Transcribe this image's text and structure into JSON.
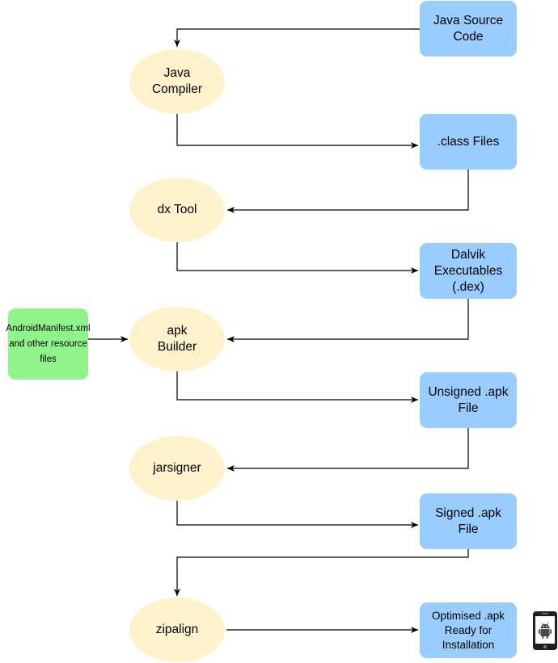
{
  "nodes": {
    "java_source": {
      "label": "Java Source\nCode"
    },
    "java_compiler": {
      "label": "Java\nCompiler"
    },
    "class_files": {
      "label": ".class Files"
    },
    "dx_tool": {
      "label": "dx Tool"
    },
    "dalvik_exec": {
      "label": "Dalvik\nExecutables\n(.dex)"
    },
    "manifest": {
      "label": "AndroidManifest.xml\nand other resource\nfiles"
    },
    "apk_builder": {
      "label": "apk\nBuilder"
    },
    "unsigned_apk": {
      "label": "Unsigned .apk\nFile"
    },
    "jarsigner": {
      "label": "jarsigner"
    },
    "signed_apk": {
      "label": "Signed .apk\nFile"
    },
    "zipalign": {
      "label": "zipalign"
    },
    "optimised_apk": {
      "label": "Optimised .apk\nReady for\nInstallation"
    }
  },
  "icons": {
    "device": "android-phone-icon"
  },
  "colors": {
    "file_box": "#99ccff",
    "tool_ellipse": "#fff2cc",
    "resource_box": "#8ff48a",
    "arrow": "#000000"
  }
}
